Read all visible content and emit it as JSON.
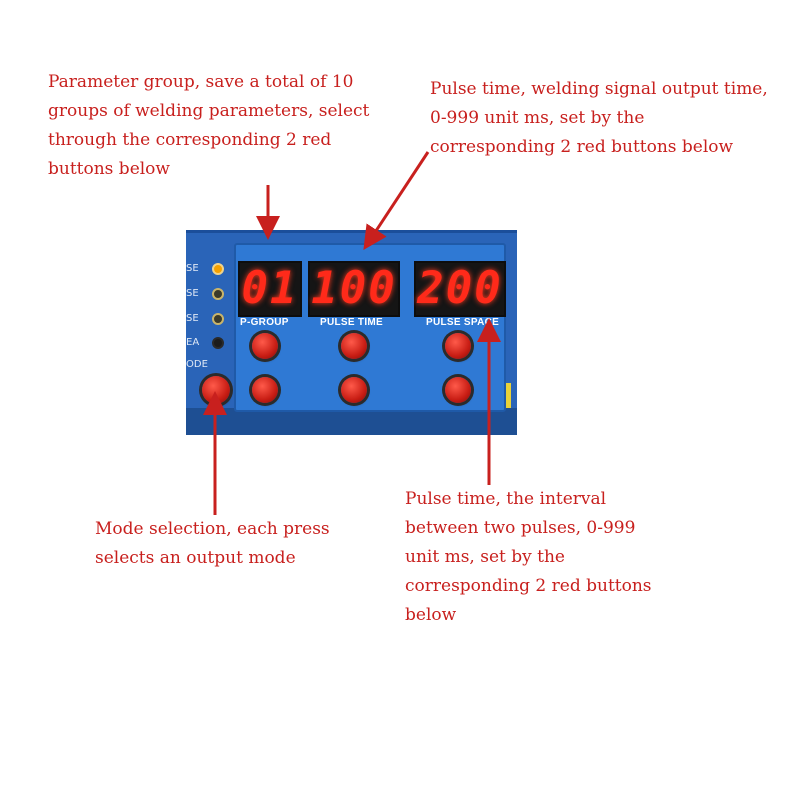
{
  "annotations": {
    "parameter_group": "Parameter group, save a total of 10 groups of welding parameters, select through the corresponding 2 red buttons below",
    "pulse_time": "Pulse time, welding signal output time, 0-999 unit ms, set by the corresponding 2 red buttons below",
    "mode_selection": "Mode selection, each press selects an output mode",
    "pulse_space": "Pulse time, the interval between two pulses, 0-999 unit ms, set by the corresponding 2 red buttons below"
  },
  "panel": {
    "side_labels": [
      "SE",
      "SE",
      "SE",
      "EA",
      "ODE"
    ],
    "displays": [
      {
        "value": "01",
        "label": "P-GROUP"
      },
      {
        "value": "100",
        "label": "PULSE TIME"
      },
      {
        "value": "200",
        "label": "PULSE SPACE"
      }
    ]
  },
  "colors": {
    "annotation_text": "#c8201e",
    "panel_blue": "#2f79d4",
    "led_digits": "#ff2a1a",
    "button_red": "#c81d14"
  }
}
